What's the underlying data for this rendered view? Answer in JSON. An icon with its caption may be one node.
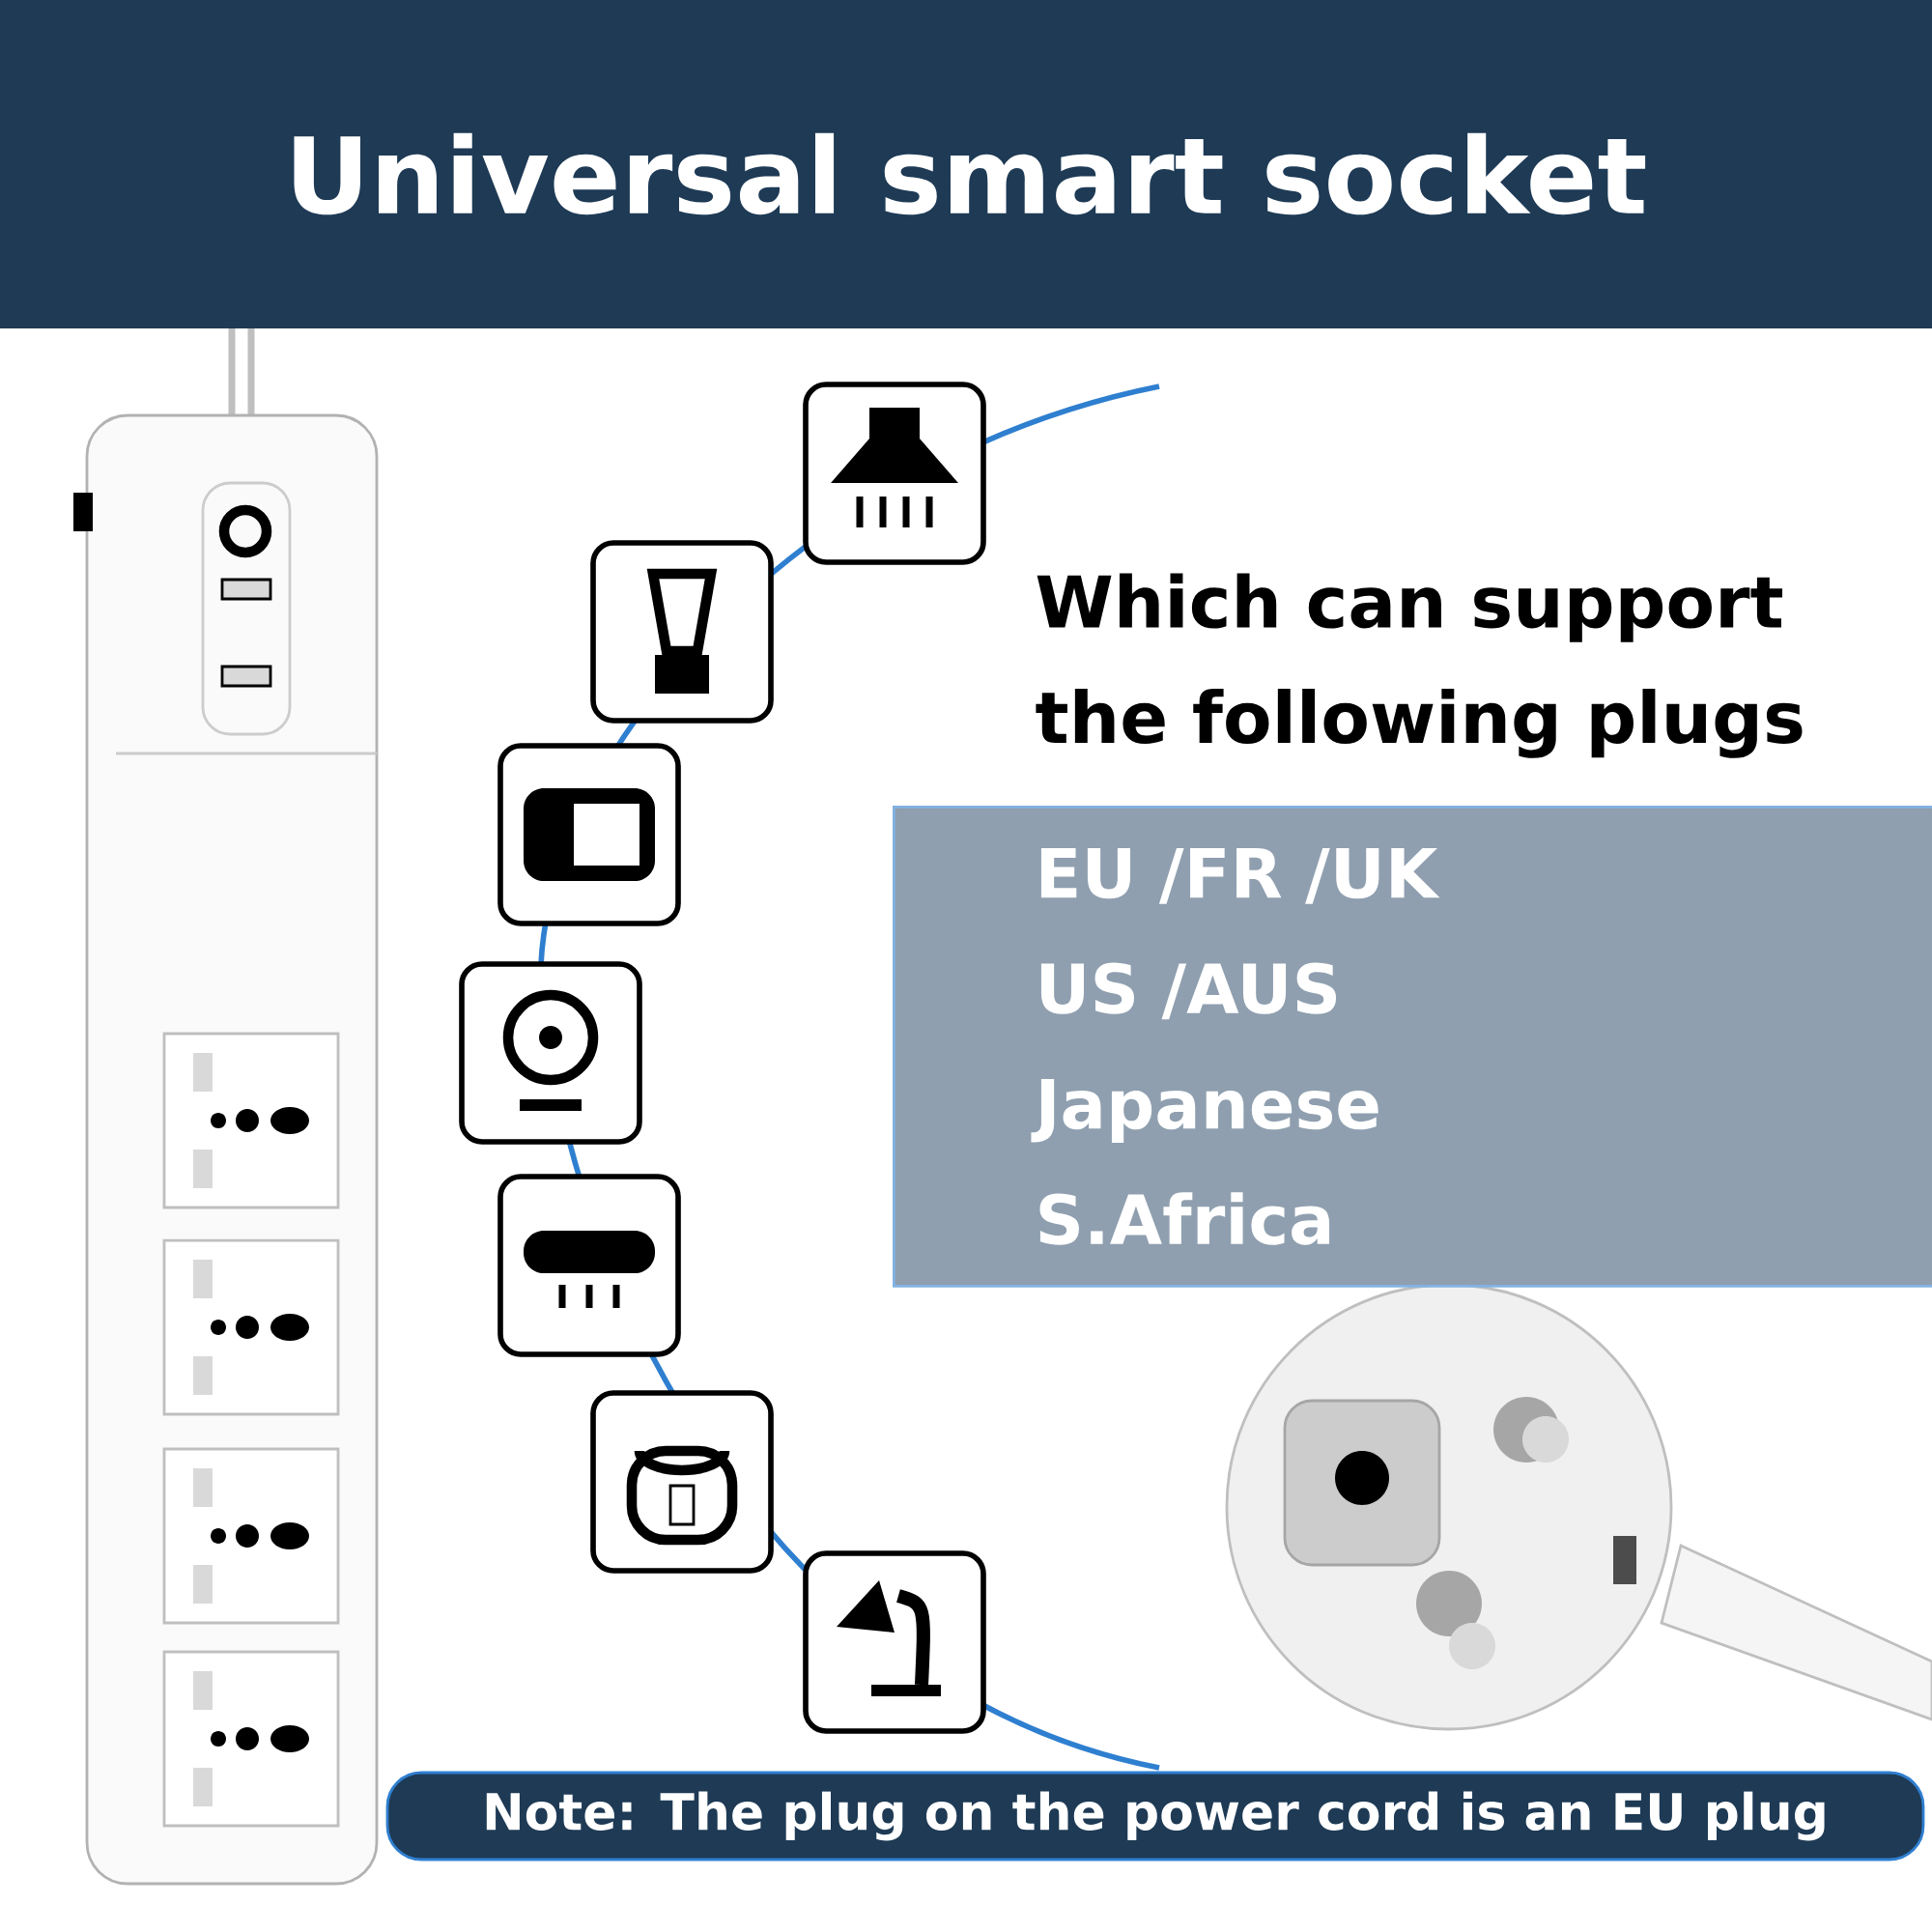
{
  "diagram": {
    "title": "Universal smart socket",
    "nodes": [
      {
        "text": [
          "EU /FR /UK",
          "US /AUS",
          "Japanese",
          "S.Africa"
        ]
      },
      {
        "text": [
          "Note: The plug on the power cord is an EU plug"
        ]
      }
    ],
    "labels": [
      "Which can support the following plugs"
    ]
  }
}
